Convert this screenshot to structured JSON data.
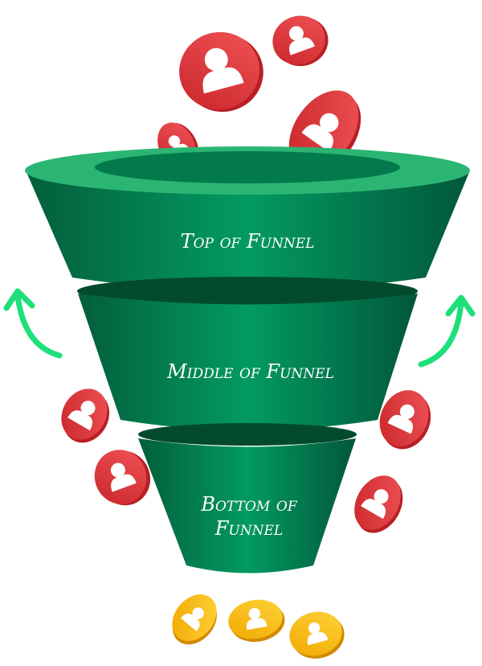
{
  "funnel": {
    "stages": [
      {
        "label": "Top of Funnel"
      },
      {
        "label": "Middle of Funnel"
      },
      {
        "label_line1": "Bottom of",
        "label_line2": "Funnel"
      }
    ]
  },
  "colors": {
    "funnel_green": "#039a62",
    "funnel_dark": "#024a2e",
    "rim_light": "#2bb573",
    "coin_red": "#e03a3c",
    "coin_yellow": "#f8c31b",
    "arrow_green": "#1ee07a"
  }
}
